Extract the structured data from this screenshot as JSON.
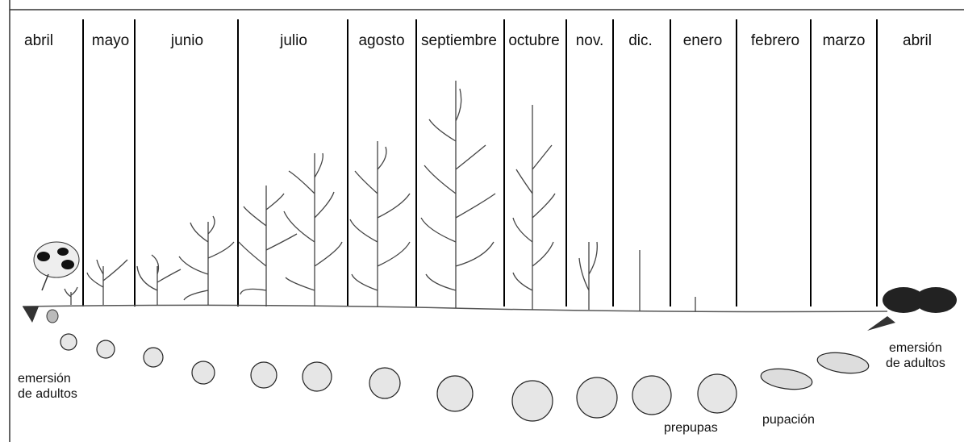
{
  "months": [
    "abril",
    "mayo",
    "junio",
    "julio",
    "agosto",
    "septiembre",
    "octubre",
    "nov.",
    "dic.",
    "enero",
    "febrero",
    "marzo",
    "abril"
  ],
  "annotations": {
    "emergence_start": [
      "emersión",
      "de adultos"
    ],
    "emergence_end": [
      "emersión",
      "de adultos"
    ],
    "prepupas": "prepupas",
    "pupacion": "pupación"
  },
  "illustrations": {
    "adults": "beetle-icon",
    "host_plant": "corn-plant-icon",
    "larva": "grub-icon",
    "pupa": "pupa-icon"
  }
}
